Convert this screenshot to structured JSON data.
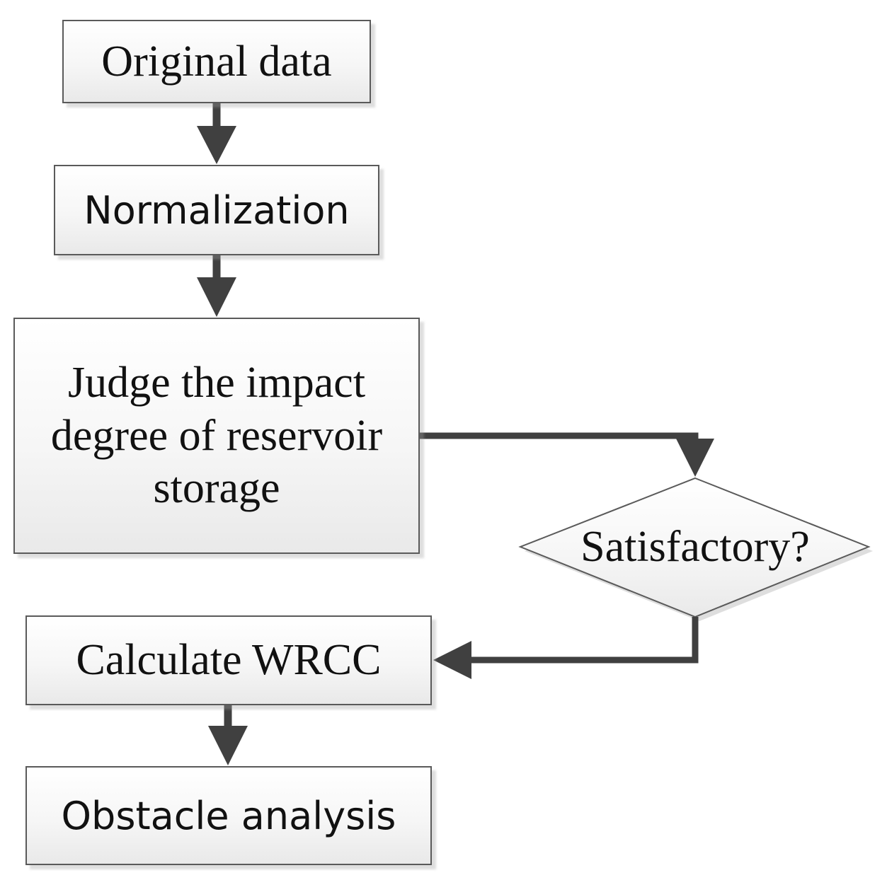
{
  "diagram": {
    "nodes": {
      "original": {
        "text": "Original data"
      },
      "normalization": {
        "text": "Normalization"
      },
      "judge": {
        "lines": [
          "Judge the impact",
          "degree of reservoir",
          "storage"
        ]
      },
      "decision": {
        "text": "Satisfactory?"
      },
      "calculate": {
        "text": "Calculate WRCC"
      },
      "obstacle": {
        "text": "Obstacle analysis"
      }
    },
    "edges": [
      {
        "from": "original",
        "to": "normalization"
      },
      {
        "from": "normalization",
        "to": "judge"
      },
      {
        "from": "judge",
        "to": "decision"
      },
      {
        "from": "decision",
        "to": "calculate"
      },
      {
        "from": "calculate",
        "to": "obstacle"
      }
    ],
    "colors": {
      "stroke": "#5a5a5a",
      "arrow": "#404040",
      "text": "#111111",
      "fill_top": "#ffffff",
      "fill_bottom": "#e9e9e9"
    }
  }
}
